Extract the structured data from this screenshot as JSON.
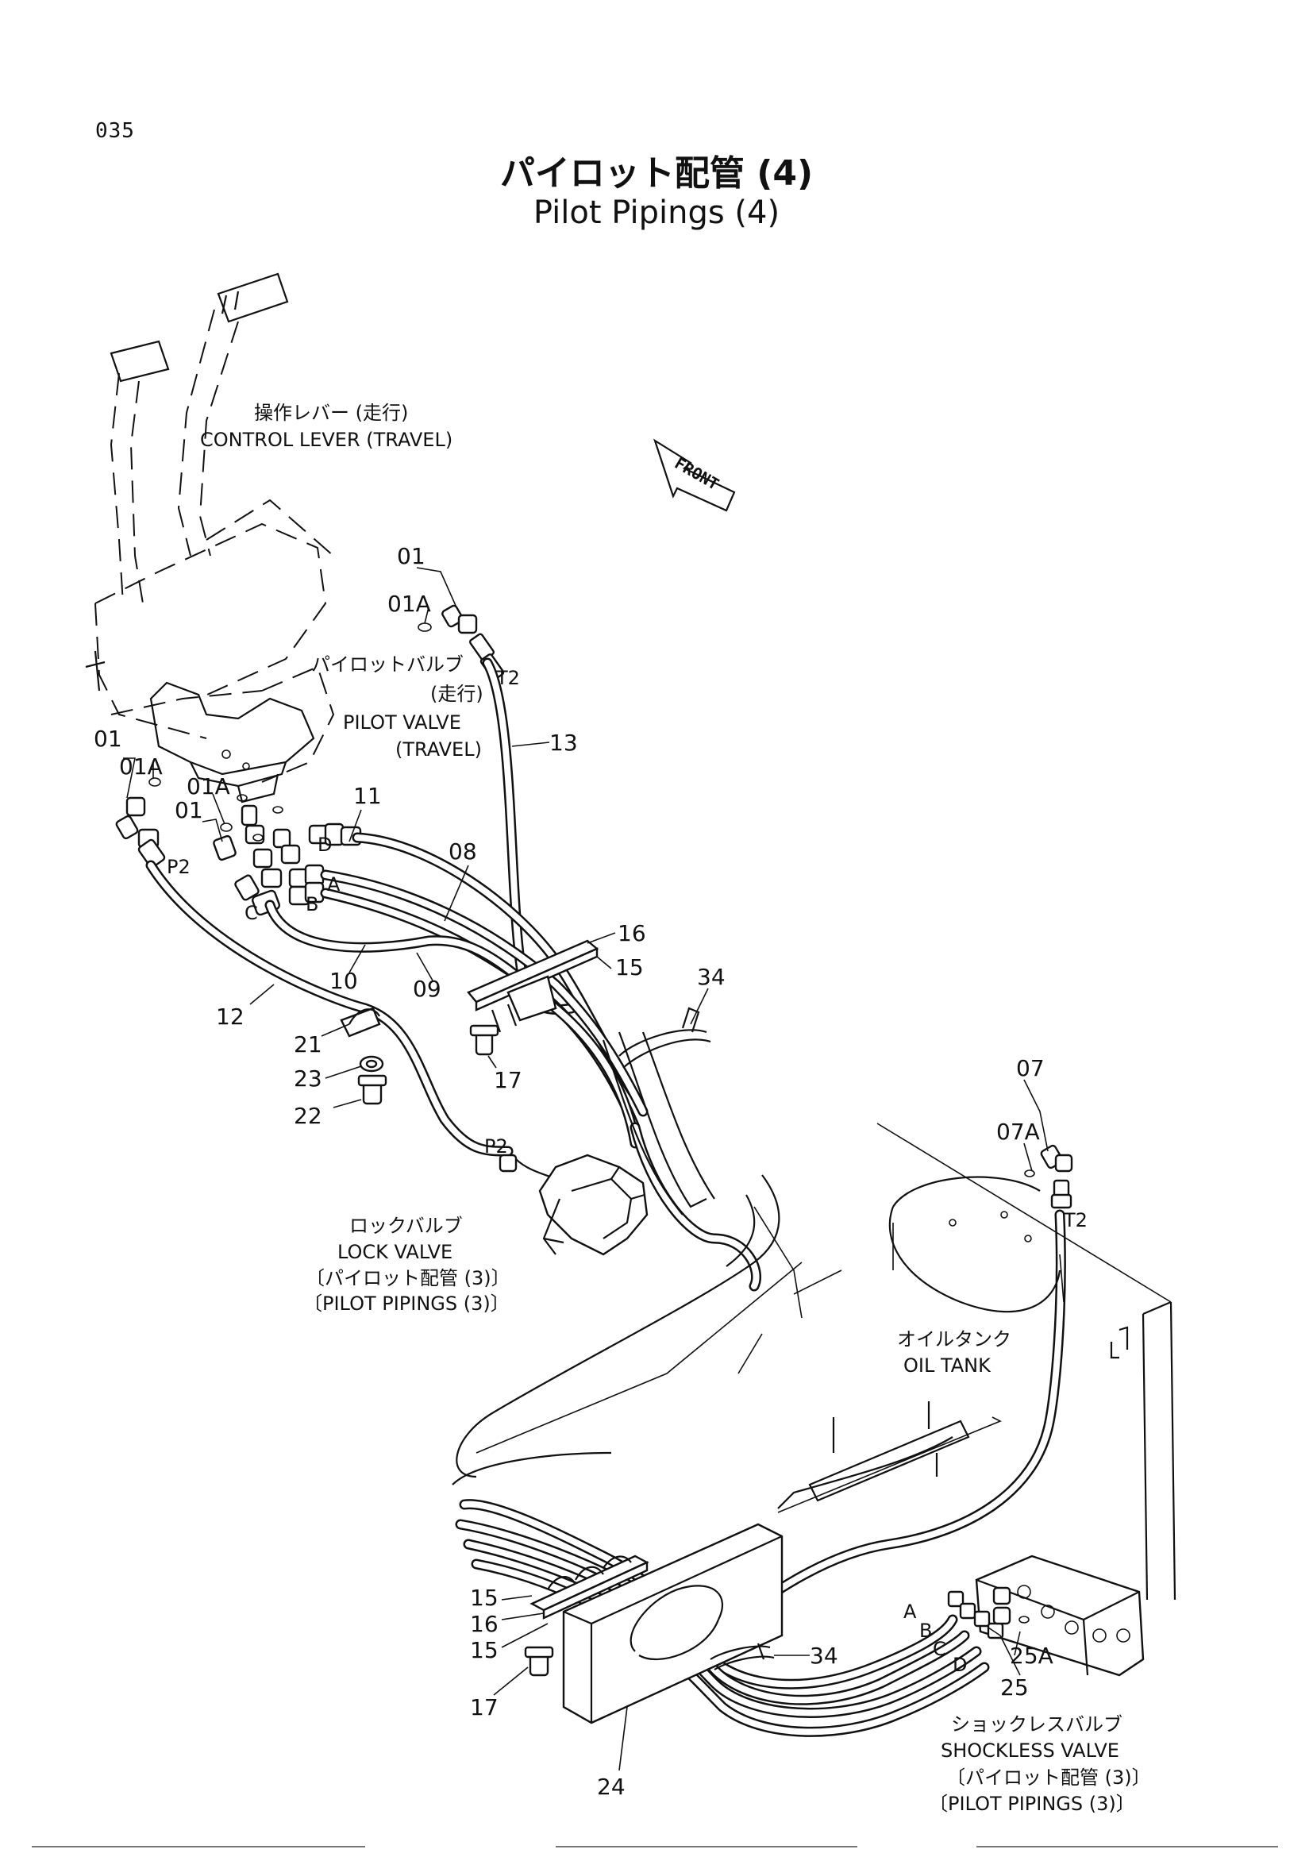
{
  "page_number": "035",
  "title": {
    "jp": "パイロット配管 (4)",
    "en": "Pilot Pipings (4)"
  },
  "labels": {
    "control_lever_jp": "操作レバー (走行)",
    "control_lever_en": "CONTROL LEVER (TRAVEL)",
    "front": "FRONT",
    "pilot_valve_jp1": "パイロットバルブ",
    "pilot_valve_jp2": "(走行)",
    "pilot_valve_en1": "PILOT VALVE",
    "pilot_valve_en2": "(TRAVEL)",
    "lock_valve_jp": "ロックバルブ",
    "lock_valve_en": "LOCK VALVE",
    "lock_valve_ref_jp": "〔パイロット配管 (3)〕",
    "lock_valve_ref_en": "〔PILOT PIPINGS (3)〕",
    "oil_tank_jp": "オイルタンク",
    "oil_tank_en": "OIL TANK",
    "shockless_jp": "ショックレスバルブ",
    "shockless_en": "SHOCKLESS VALVE",
    "shockless_ref_jp": "〔パイロット配管 (3)〕",
    "shockless_ref_en": "〔PILOT PIPINGS (3)〕"
  },
  "part_numbers": {
    "p01_top": "01",
    "p01a_top": "01A",
    "p01_left": "01",
    "p01a_left": "01A",
    "p01_mid": "01",
    "p01a_mid": "01A",
    "p13": "13",
    "p11": "11",
    "p08": "08",
    "p16_top": "16",
    "p15_top": "15",
    "p34_top": "34",
    "p10": "10",
    "p09": "09",
    "p12": "12",
    "p21": "21",
    "p23": "23",
    "p22": "22",
    "p17_top": "17",
    "p07": "07",
    "p07a": "07A",
    "p15_a": "15",
    "p16_bot": "16",
    "p15_b": "15",
    "p17_bot": "17",
    "p34_bot": "34",
    "p24": "24",
    "p25a": "25A",
    "p25": "25"
  },
  "port_letters": {
    "t2_top": "T2",
    "t2_tank": "T2",
    "p2_left": "P2",
    "p2_lock": "P2",
    "d_top": "D",
    "a_top": "A",
    "b_top": "B",
    "c_top": "C",
    "a_bot": "A",
    "b_bot": "B",
    "c_bot": "C",
    "d_bot": "D"
  }
}
